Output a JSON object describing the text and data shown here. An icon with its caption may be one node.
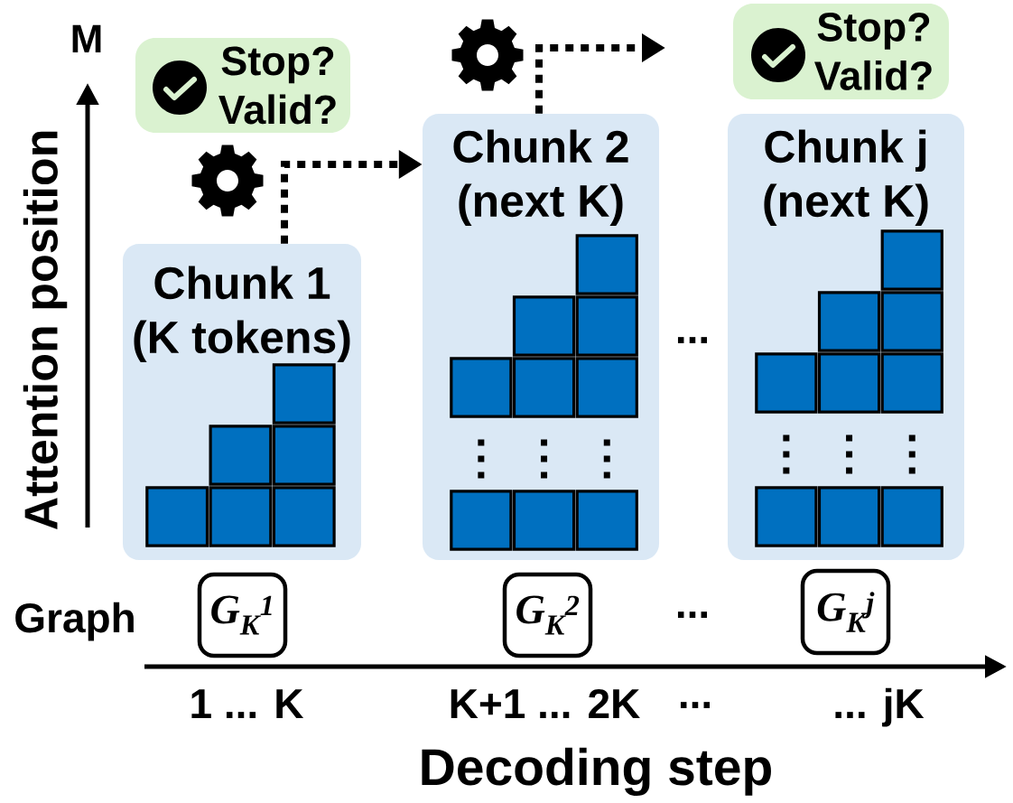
{
  "diagram": {
    "nodes": [
      {
        "text": [
          "Stop? Valid?"
        ]
      },
      {
        "text": [
          "Stop? Valid?"
        ]
      },
      {
        "text": [
          "Chunk 1 (K tokens)"
        ]
      },
      {
        "text": [],
        "shape": "box",
        "in": 2
      },
      {
        "text": [],
        "shape": "box",
        "in": 2
      },
      {
        "text": [],
        "shape": "box",
        "in": 2
      },
      {
        "text": [],
        "shape": "box",
        "in": 2
      },
      {
        "text": [],
        "shape": "box",
        "in": 2
      },
      {
        "text": [],
        "shape": "box",
        "in": 2
      },
      {
        "text": [
          "Chunk 2 (next K)"
        ]
      },
      {
        "text": [],
        "shape": "box",
        "in": 9
      },
      {
        "text": [],
        "shape": "box",
        "in": 9
      },
      {
        "text": [],
        "shape": "box",
        "in": 9
      },
      {
        "text": [],
        "shape": "box",
        "in": 9
      },
      {
        "text": [],
        "shape": "box",
        "in": 9
      },
      {
        "text": [],
        "shape": "box",
        "in": 9
      },
      {
        "text": [],
        "shape": "box",
        "in": 9
      },
      {
        "text": [],
        "shape": "box",
        "in": 9
      },
      {
        "text": [],
        "shape": "box",
        "in": 9
      },
      {
        "text": [
          "Chunk j (next K)"
        ]
      },
      {
        "text": [],
        "shape": "box",
        "in": 19
      },
      {
        "text": [],
        "shape": "box",
        "in": 19
      },
      {
        "text": [],
        "shape": "box",
        "in": 19
      },
      {
        "text": [],
        "shape": "box",
        "in": 19
      },
      {
        "text": [],
        "shape": "box",
        "in": 19
      },
      {
        "text": [],
        "shape": "box",
        "in": 19
      },
      {
        "text": [],
        "shape": "box",
        "in": 19
      },
      {
        "text": [],
        "shape": "box",
        "in": 19
      },
      {
        "text": [],
        "shape": "box",
        "in": 19
      },
      {
        "text": [
          "G$_{K}$$^{1}$"
        ]
      },
      {
        "text": [
          "G$_{K}$$^{2}$"
        ]
      },
      {
        "text": [
          "G$_{K}$$^{j}$"
        ]
      }
    ],
    "edges": [
      {
        "from": 2,
        "to": 9,
        "arrow": "to",
        "style": "dashed"
      },
      {
        "from": 9,
        "to": null,
        "arrow": "to",
        "style": "dashed"
      }
    ],
    "labels": [
      "M",
      "Attention position",
      "...",
      "Graph",
      "...",
      "1 ... K",
      "K+1 ... 2K",
      "...",
      "... jK",
      "Decoding step"
    ]
  }
}
